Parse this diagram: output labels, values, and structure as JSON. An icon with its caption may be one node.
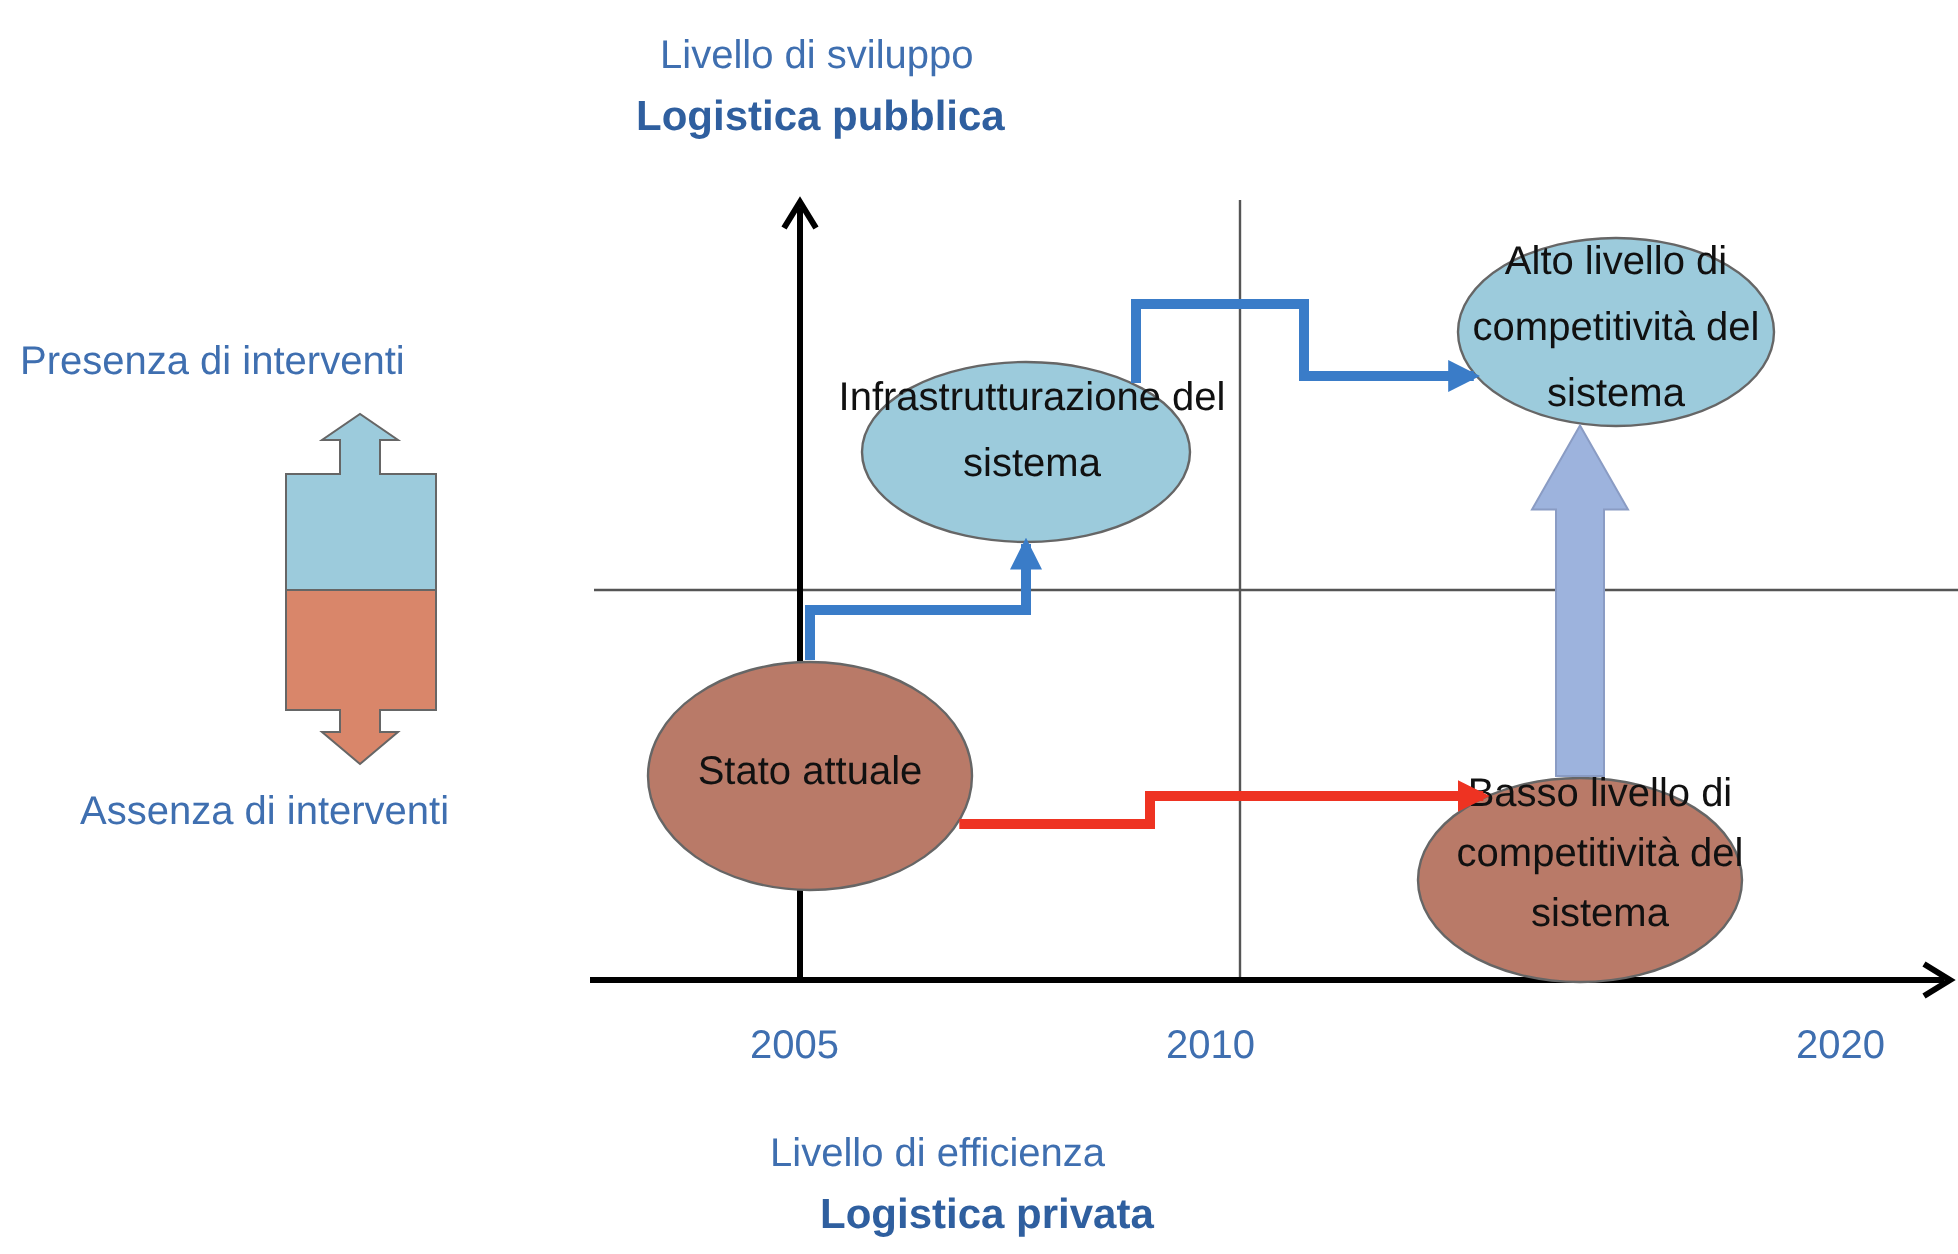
{
  "diagram": {
    "nodes": [
      {
        "text": [
          "Stato attuale"
        ]
      },
      {
        "text": [
          "Infrastrutturazione del sistema"
        ]
      },
      {
        "text": [
          "Alto livello di competitività del sistema"
        ]
      },
      {
        "text": [
          "Basso livello di competitività del sistema"
        ]
      }
    ],
    "edges": [
      {
        "from": 0,
        "to": 1,
        "arrow": "to",
        "color": "#3a7cc8"
      },
      {
        "from": 1,
        "to": 2,
        "arrow": "to",
        "color": "#3a7cc8"
      },
      {
        "from": 0,
        "to": 3,
        "arrow": "to",
        "color": "#ee3322"
      },
      {
        "from": 3,
        "to": 2,
        "arrow": "to",
        "style": "thick",
        "color": "#9db3dd"
      }
    ],
    "labels": [
      "Livello di sviluppo",
      "Logistica pubblica",
      "Presenza di interventi",
      "Assenza di interventi",
      "2005",
      "2010",
      "2020",
      "Livello di efficienza",
      "Logistica privata"
    ]
  }
}
